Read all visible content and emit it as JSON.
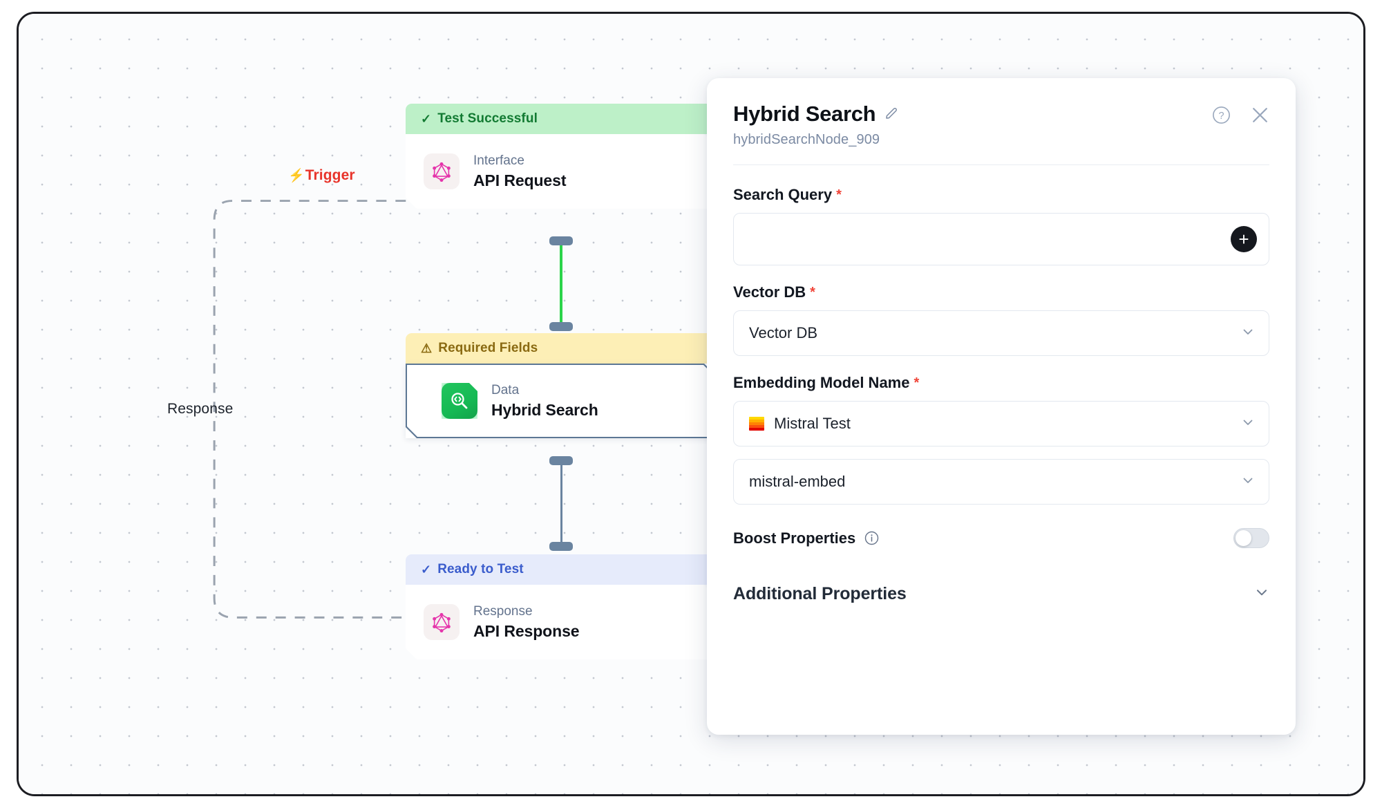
{
  "canvas": {
    "trigger_label": "Trigger",
    "trigger_icon": "lightning-bolt-icon",
    "response_label": "Response"
  },
  "nodes": [
    {
      "status_label": "Test Successful",
      "status_icon": "check-icon",
      "status_color": "#bdf0c8",
      "status_text_color": "#127a32",
      "kind": "Interface",
      "title": "API Request",
      "icon": "graphql-icon",
      "selected": false
    },
    {
      "status_label": "Required Fields",
      "status_icon": "warning-triangle-icon",
      "status_color": "#fdefb6",
      "status_text_color": "#8a6a12",
      "kind": "Data",
      "title": "Hybrid Search",
      "icon": "hybrid-search-icon",
      "selected": true
    },
    {
      "status_label": "Ready to Test",
      "status_icon": "check-icon",
      "status_color": "#e6ebfb",
      "status_text_color": "#3a5ccc",
      "kind": "Response",
      "title": "API Response",
      "icon": "graphql-icon",
      "selected": false
    }
  ],
  "panel": {
    "title": "Hybrid Search",
    "edit_icon": "pencil-icon",
    "subtitle": "hybridSearchNode_909",
    "help_icon": "question-circle-icon",
    "close_icon": "close-x-icon",
    "fields": {
      "search_query": {
        "label": "Search Query",
        "required": "*",
        "value": "",
        "placeholder": "",
        "add_button": "+"
      },
      "vector_db": {
        "label": "Vector DB",
        "required": "*",
        "value": "Vector DB",
        "chevron": "chevron-down-icon"
      },
      "embedding_model": {
        "label": "Embedding Model Name",
        "required": "*",
        "provider_value": "Mistral Test",
        "provider_icon": "mistral-logo-icon",
        "model_value": "mistral-embed",
        "chevron": "chevron-down-icon"
      },
      "boost_properties": {
        "label": "Boost Properties",
        "info_icon": "info-circle-icon",
        "enabled": false
      },
      "additional_properties": {
        "label": "Additional Properties",
        "chevron": "chevron-down-icon"
      }
    }
  },
  "colors": {
    "accent_red": "#e8342b",
    "success_green": "#22c55e",
    "selected_border": "#5c7794",
    "wire_active": "#2bd44a",
    "wire_idle": "#6a84a0"
  }
}
